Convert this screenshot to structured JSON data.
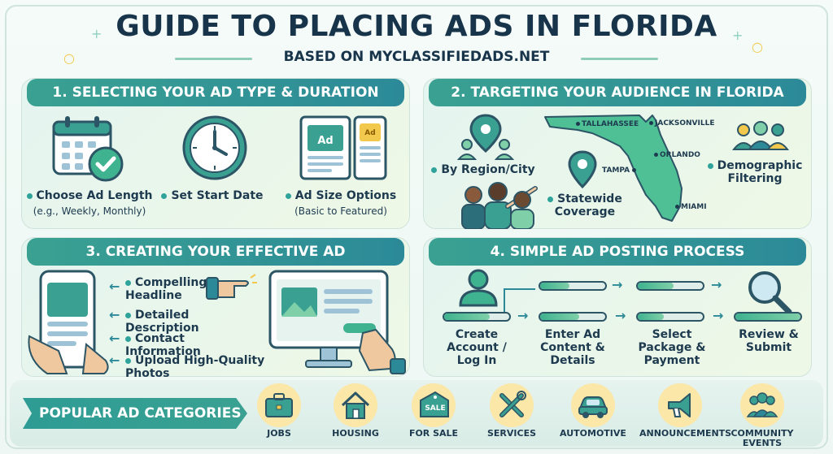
{
  "header": {
    "title": "GUIDE TO PLACING ADS IN FLORIDA",
    "subtitle": "BASED ON MYCLASSIFIEDADS.NET"
  },
  "section1": {
    "title": "1. SELECTING YOUR AD TYPE & DURATION",
    "items": [
      {
        "label": "Choose Ad Length",
        "detail": "(e.g., Weekly, Monthly)",
        "icon": "calendar-check-icon"
      },
      {
        "label": "Set Start Date",
        "detail": "",
        "icon": "clock-icon"
      },
      {
        "label": "Ad Size Options",
        "detail": "(Basic to Featured)",
        "icon": "ad-size-icon"
      }
    ],
    "ad_badge": "Ad",
    "ad_badge_small": "Ad"
  },
  "section2": {
    "title": "2. TARGETING YOUR AUDIENCE IN FLORIDA",
    "region_label": "By Region/City",
    "statewide_label": "Statewide Coverage",
    "demographic_label": "Demographic Filtering",
    "cities": [
      "TALLAHASSEE",
      "JACKSONVILLE",
      "ORLANDO",
      "TAMPA",
      "MIAMI"
    ]
  },
  "section3": {
    "title": "3. CREATING YOUR EFFECTIVE AD",
    "items": [
      "Compelling Headline",
      "Detailed Description",
      "Contact Information",
      "Upload High-Quality Photos"
    ]
  },
  "section4": {
    "title": "4. SIMPLE AD POSTING PROCESS",
    "steps": [
      "Create Account / Log In",
      "Enter Ad Content & Details",
      "Select Package & Payment",
      "Review & Submit"
    ]
  },
  "categories": {
    "title": "POPULAR AD CATEGORIES",
    "items": [
      {
        "label": "JOBS",
        "icon": "briefcase-icon"
      },
      {
        "label": "HOUSING",
        "icon": "house-icon"
      },
      {
        "label": "FOR SALE",
        "icon": "sale-tag-icon",
        "tag_text": "SALE"
      },
      {
        "label": "SERVICES",
        "icon": "tools-icon"
      },
      {
        "label": "AUTOMOTIVE",
        "icon": "car-icon"
      },
      {
        "label": "ANNOUNCEMENTS",
        "icon": "megaphone-icon"
      },
      {
        "label": "COMMUNITY EVENTS",
        "icon": "people-group-icon"
      }
    ]
  },
  "colors": {
    "accent": "#3aa192",
    "navy": "#17344b",
    "panel_bg": "#e4f4ef",
    "category_circle": "#fbe8a8"
  }
}
